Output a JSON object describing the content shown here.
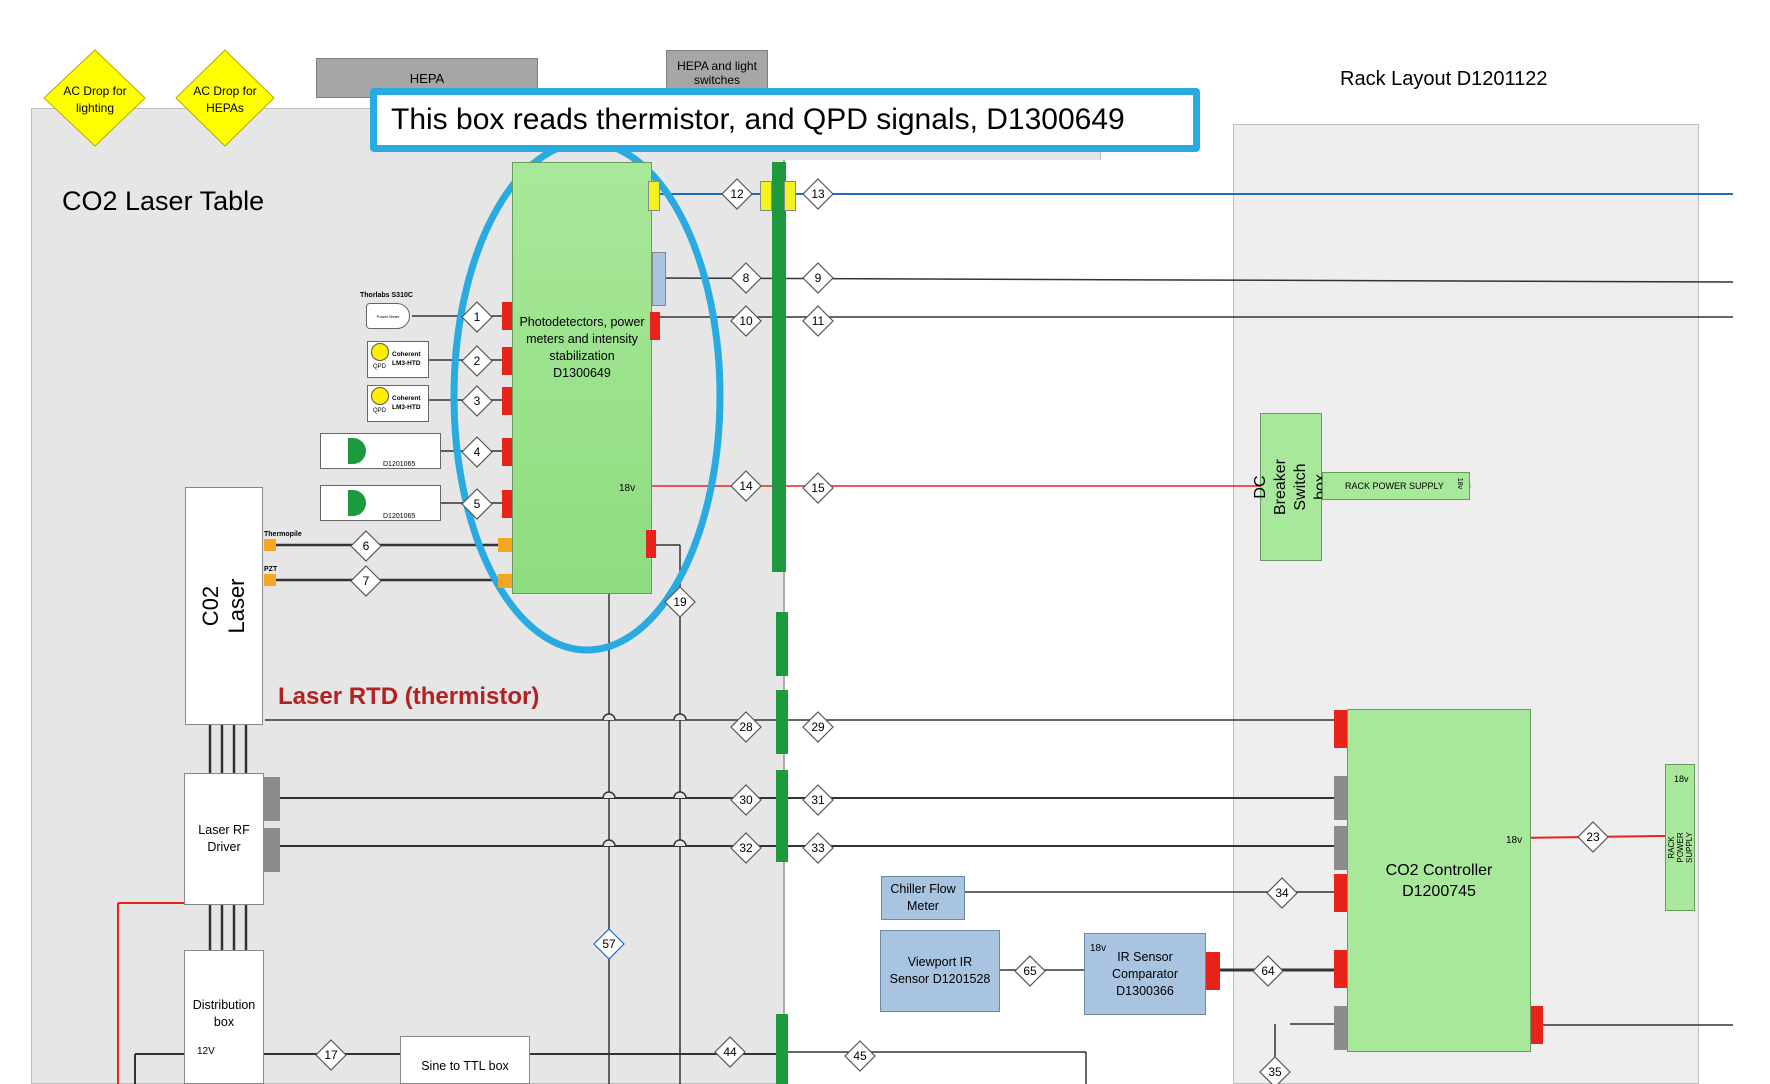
{
  "texts": {
    "ac_lighting": "AC Drop for lighting",
    "ac_hepas": "AC Drop for HEPAs",
    "hepa": "HEPA",
    "hepa_switches": "HEPA and light switches",
    "rack_layout": "Rack Layout D1201122",
    "callout": "This box reads thermistor, and QPD signals, D1300649",
    "table_title": "CO2 Laser Table",
    "thorlabs": "Thorlabs S310C",
    "power_meter": "Power Meter",
    "coherent": "Coherent LM3-HTD",
    "qpd": "QPD",
    "d1201065": "D1201065",
    "photodetectors": "Photodetectors, power meters and intensity stabilization D1300649",
    "thermopile": "Thermopile",
    "pzt": "PZT",
    "co2_laser": "C02 Laser",
    "laser_rtd": "Laser RTD (thermistor)",
    "rf_driver": "Laser RF Driver",
    "distribution": "Distribution box",
    "sine_ttl": "Sine to TTL box",
    "dc_breaker": "DC Breaker Switch box",
    "rack_power": "RACK POWER SUPPLY",
    "co2_controller": "CO2 Controller D1200745",
    "chiller": "Chiller Flow Meter",
    "viewport": "Viewport IR Sensor D1201528",
    "ir_comparator": "IR Sensor Comparator D1300366",
    "v18": "18v",
    "v12": "12V"
  },
  "connectors": [
    "1",
    "2",
    "3",
    "4",
    "5",
    "6",
    "7",
    "8",
    "9",
    "10",
    "11",
    "12",
    "13",
    "14",
    "15",
    "17",
    "19",
    "23",
    "28",
    "29",
    "30",
    "31",
    "32",
    "33",
    "34",
    "35",
    "44",
    "45",
    "57",
    "64",
    "65"
  ],
  "colors": {
    "green_box": "#a8e89a",
    "table_bg": "#e6e6e6",
    "rack_bg": "#eeeeee",
    "callout_blue": "#29abe2",
    "port_red": "#e8231b",
    "port_yellow": "#f2f21c",
    "port_orange": "#f5a623",
    "port_gray": "#8c8c8c",
    "bus_green": "#1d9a3d",
    "line_blue": "#1f6bbf",
    "line_red": "#e8231b",
    "rtd_label": "#b22222",
    "blue_box": "#a9c4e0"
  }
}
